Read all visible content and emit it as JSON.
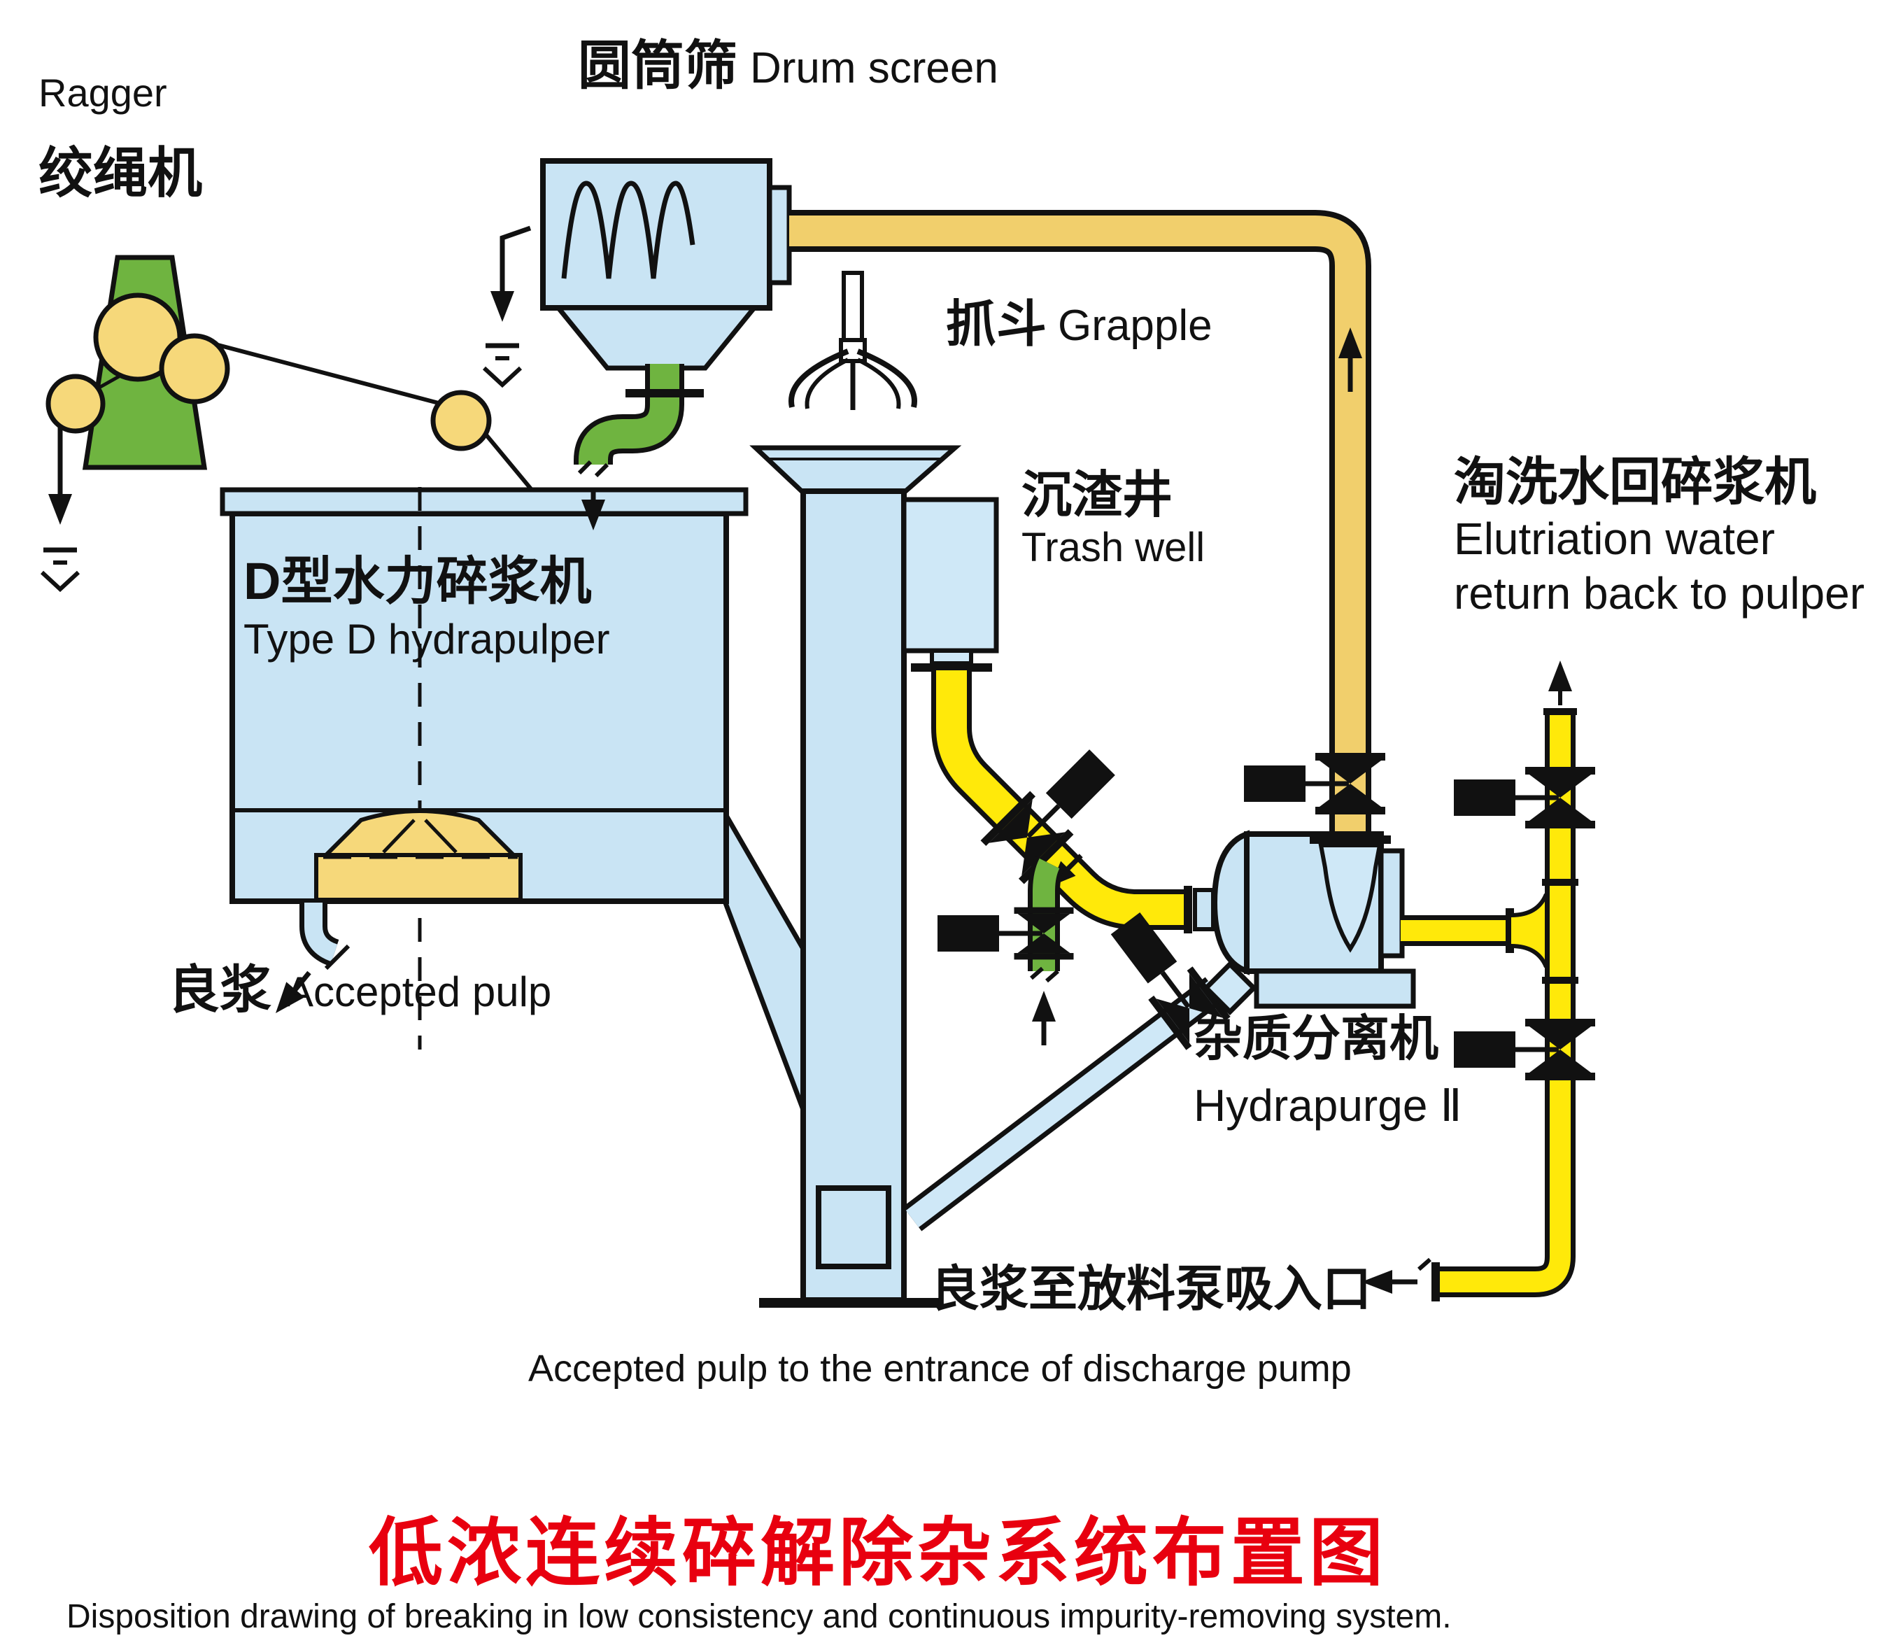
{
  "diagram": {
    "ragger": {
      "en": "Ragger",
      "zh": "绞绳机"
    },
    "drum_screen": {
      "zh": "圆筒筛",
      "en": "Drum screen"
    },
    "grapple": {
      "zh": "抓斗",
      "en": "Grapple"
    },
    "trash_well": {
      "zh": "沉渣井",
      "en": "Trash well"
    },
    "hydrapulper": {
      "zh": "D型水力碎浆机",
      "en": "Type D hydrapulper"
    },
    "elutriation": {
      "zh": "淘洗水回碎浆机",
      "en_line1": "Elutriation water",
      "en_line2": "return back to pulper"
    },
    "accepted_pulp": {
      "zh": "良浆",
      "en": "Accepted pulp"
    },
    "hydrapurge": {
      "zh": "杂质分离机",
      "en": "Hydrapurge Ⅱ"
    },
    "discharge": {
      "zh": "良浆至放料泵吸入口",
      "en": "Accepted pulp to the entrance of discharge pump"
    }
  },
  "title": {
    "zh": "低浓连续碎解除杂系统布置图",
    "en": "Disposition drawing of breaking in low consistency and continuous impurity-removing system."
  },
  "colors": {
    "equipment_blue": "#C9E4F4",
    "light_blue_pipe": "#CFE8F7",
    "green": "#6FB440",
    "soft_yellow": "#F6D87A",
    "muted_pipe_yellow": "#F1CF6C",
    "bright_pipe_yellow": "#FFE90A",
    "outline_black": "#111111",
    "title_red": "#E8000F"
  },
  "icons": {
    "valve": "bowtie-valve-icon",
    "actuator": "valve-actuator-icon",
    "flow_arrow": "flow-arrow-icon",
    "drain": "drain-level-icon"
  }
}
